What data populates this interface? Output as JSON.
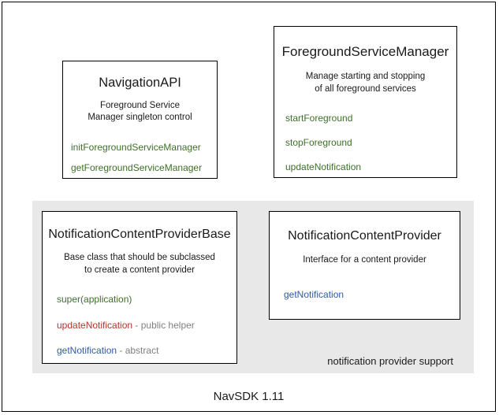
{
  "diagram": {
    "footer_caption": "NavSDK 1.11",
    "group_panel": {
      "label": "notification provider support"
    },
    "boxes": [
      {
        "id": "navigation-api",
        "title": "NavigationAPI",
        "description": "Foreground Service\nManager singleton control",
        "members": [
          {
            "name": "initForegroundServiceManager",
            "color": "green",
            "note": ""
          },
          {
            "name": "getForegroundServiceManager",
            "color": "green",
            "note": ""
          }
        ]
      },
      {
        "id": "foreground-service-manager",
        "title": "ForegroundServiceManager",
        "description": "Manage starting and stopping\nof all foreground services",
        "members": [
          {
            "name": "startForeground",
            "color": "green",
            "note": ""
          },
          {
            "name": "stopForeground",
            "color": "green",
            "note": ""
          },
          {
            "name": "updateNotification",
            "color": "green",
            "note": ""
          }
        ]
      },
      {
        "id": "notification-content-provider-base",
        "title": "NotificationContentProviderBase",
        "description": "Base class that should be subclassed\nto create a content provider",
        "members": [
          {
            "name": "super(application)",
            "color": "green",
            "note": ""
          },
          {
            "name": "updateNotification",
            "color": "red",
            "note": " - public helper"
          },
          {
            "name": "getNotification",
            "color": "blue",
            "note": " - abstract"
          }
        ]
      },
      {
        "id": "notification-content-provider",
        "title": "NotificationContentProvider",
        "description": "Interface for a content provider",
        "members": [
          {
            "name": "getNotification",
            "color": "blue",
            "note": ""
          }
        ]
      }
    ],
    "colors": {
      "green": "#3f6f28",
      "red": "#b5352a",
      "blue": "#2e5ba6",
      "note_gray": "#808080",
      "panel_gray": "#e8e8e8",
      "border": "#000000",
      "text": "#1a1a1a"
    }
  }
}
